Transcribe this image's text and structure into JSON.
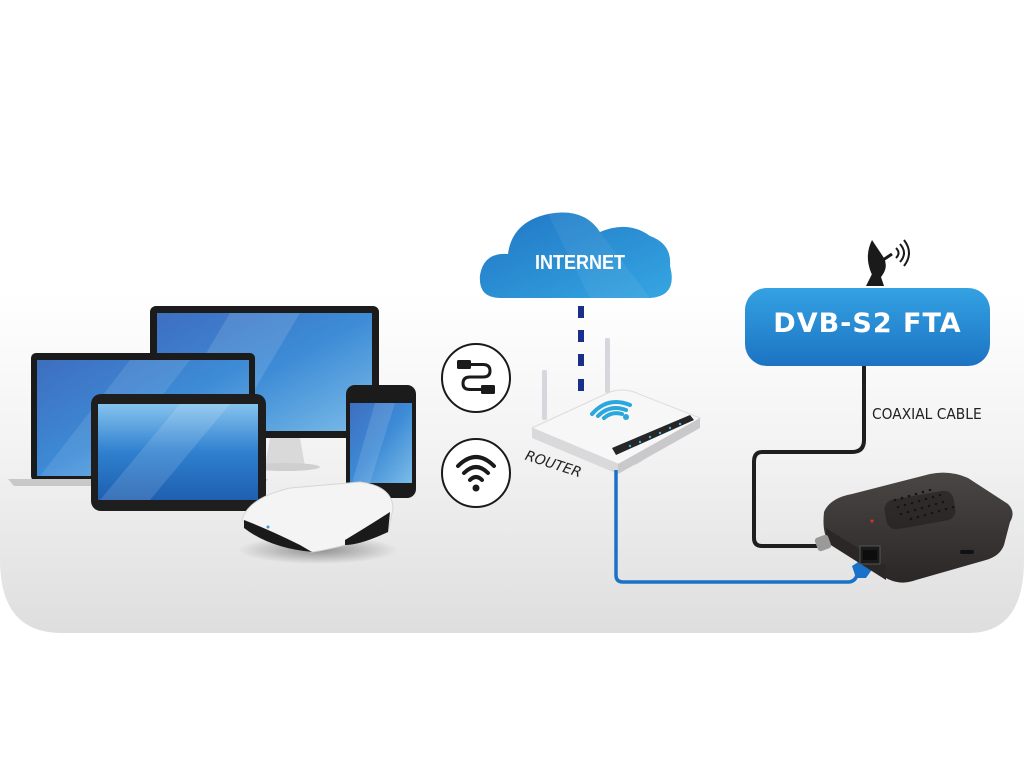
{
  "diagram": {
    "internet_label": "INTERNET",
    "receiver_label": "DVB-S2 FTA",
    "coax_label": "COAXIAL CABLE",
    "router_label": "ROUTER",
    "icons": {
      "wired": "cable-icon",
      "wireless": "wifi-icon",
      "satellite": "satellite-dish-icon"
    },
    "devices": [
      "monitor",
      "laptop",
      "tablet",
      "smartphone",
      "media-player"
    ],
    "colors": {
      "accent_blue": "#2a8fd6",
      "cloud_blue": "#2c8fd4",
      "dash_navy": "#1a2f8a",
      "lan_cable": "#1a72c8",
      "coax_cable": "#1e1e1e",
      "panel_grey": "#e8e8e8"
    }
  }
}
